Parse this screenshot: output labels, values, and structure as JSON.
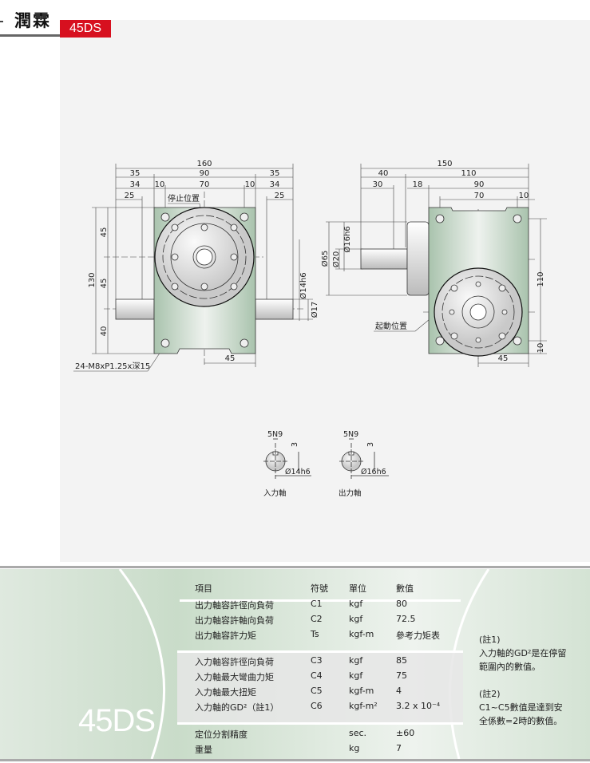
{
  "header": {
    "brand": "潤霖",
    "model_badge": "45DS"
  },
  "drawing": {
    "left_view": {
      "dims_top": [
        "160",
        "35",
        "90",
        "35",
        "34",
        "10",
        "70",
        "10",
        "34",
        "25",
        "25"
      ],
      "dims_left": [
        "130",
        "45",
        "45",
        "40"
      ],
      "dim_bottom": "45",
      "shaft_dims": [
        "Ø14h6",
        "Ø17"
      ],
      "stop_label": "停止位置",
      "hole_note": "24-M8xP1.25x深15"
    },
    "right_view": {
      "dims_top": [
        "150",
        "40",
        "110",
        "30",
        "18",
        "90",
        "70",
        "10"
      ],
      "dims_left": [
        "Ø65",
        "Ø16h6",
        "Ø20"
      ],
      "dims_right": [
        "110",
        "10"
      ],
      "dim_bottom": "45",
      "start_label": "起動位置"
    },
    "keyways": [
      {
        "key": "5N9",
        "depth": "3",
        "dia": "Ø14h6",
        "label": "入力軸"
      },
      {
        "key": "5N9",
        "depth": "3",
        "dia": "Ø16h6",
        "label": "出力軸"
      }
    ]
  },
  "spec": {
    "model": "45DS",
    "headers": [
      "項目",
      "符號",
      "單位",
      "數值"
    ],
    "rows": [
      [
        "出力軸容許徑向負荷",
        "C1",
        "kgf",
        "80"
      ],
      [
        "出力軸容許軸向負荷",
        "C2",
        "kgf",
        "72.5"
      ],
      [
        "出力軸容許力矩",
        "Ts",
        "kgf-m",
        "參考力矩表"
      ],
      [
        "入力軸容許徑向負荷",
        "C3",
        "kgf",
        "85"
      ],
      [
        "入力軸最大彎曲力矩",
        "C4",
        "kgf",
        "75"
      ],
      [
        "入力軸最大扭矩",
        "C5",
        "kgf-m",
        "4"
      ],
      [
        "入力軸的GD²（註1）",
        "C6",
        "kgf-m²",
        "3.2 x 10⁻⁴"
      ],
      [
        "定位分割精度",
        "",
        "sec.",
        "±60"
      ],
      [
        "重量",
        "",
        "kg",
        "7"
      ]
    ],
    "notes": [
      "(註1)",
      "入力軸的GD²是在停留範圍內的數值。",
      "(註2)",
      "C1~C5數值是達到安全係數=2時的數值。"
    ]
  }
}
